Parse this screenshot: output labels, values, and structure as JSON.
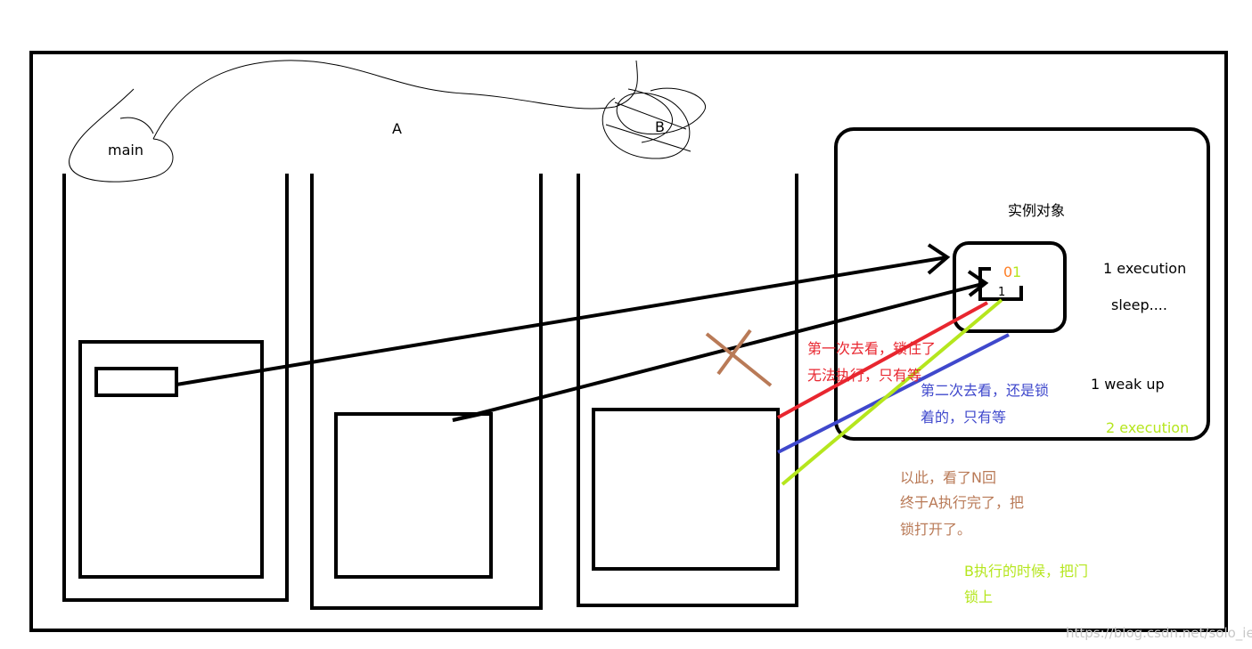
{
  "labels": {
    "main": "main",
    "thread_a": "A",
    "thread_b": "B",
    "instance_object": "实例对象",
    "lock_state_0": "0",
    "lock_state_1": "1",
    "lock_count": "1"
  },
  "timeline": {
    "step1": "1 execution",
    "step2": "sleep....",
    "step3": "1 weak up",
    "step4": "2 execution"
  },
  "notes": {
    "red_line1": "第一次去看，锁住了",
    "red_line2": "无法执行，只有等",
    "blue_line1": "第二次去看，还是锁",
    "blue_line2": "着的，只有等",
    "brown_line1": "以此，看了N回",
    "brown_line2": "终于A执行完了，把",
    "brown_line3": "锁打开了。",
    "green_line1": "B执行的时候，把门",
    "green_line2": "锁上"
  },
  "watermark": "https://blog.csdn.net/solo_ie",
  "colors": {
    "ink": "#000000",
    "red": "#e8262f",
    "blue": "#3f48cc",
    "green": "#b5e61d",
    "brown": "#b97a57",
    "orange": "#ff7f27"
  }
}
